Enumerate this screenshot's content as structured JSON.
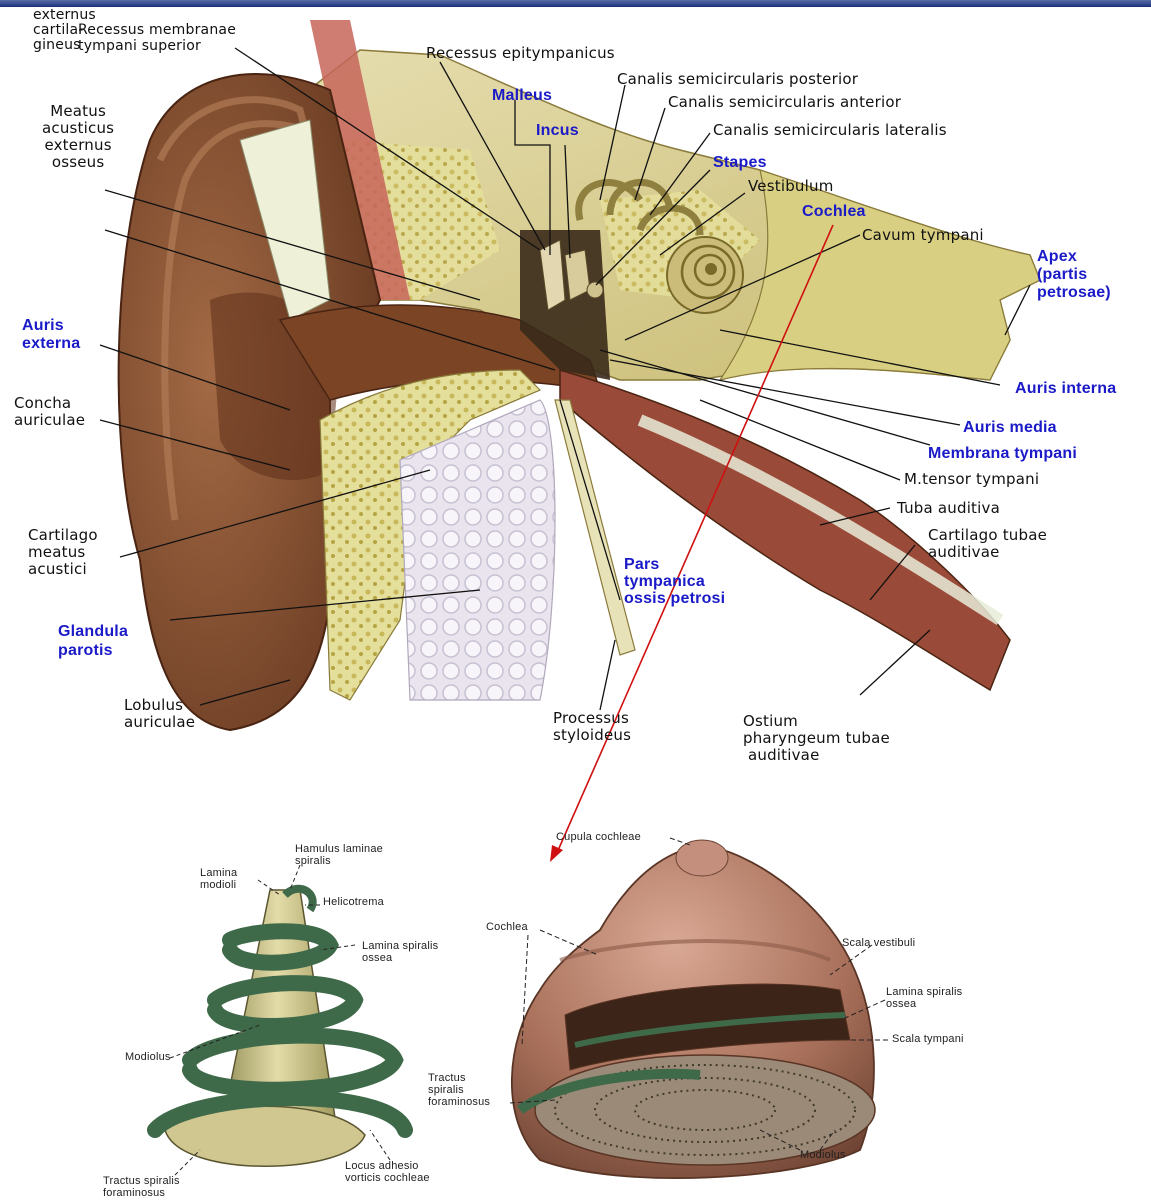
{
  "colors": {
    "accent_label": "#1a1ac8",
    "arrow": "#d01010",
    "skin": "#8a5434",
    "bone": "#d8cf82",
    "cochlea_shell": "#b9806a",
    "lamina": "#3f6a4a"
  },
  "labels": {
    "ext_cart": "externus\ncartila-\ngineus",
    "recessus_membranae": "Recessus membranae\ntympani superior",
    "recessus_epitympanicus": "Recessus epitympanicus",
    "canalis_posterior": "Canalis semicircularis posterior",
    "canalis_anterior": "Canalis semicircularis anterior",
    "canalis_lateralis": "Canalis semicircularis lateralis",
    "malleus": "Malleus",
    "incus": "Incus",
    "stapes": "Stapes",
    "vestibulum": "Vestibulum",
    "cochlea": "Cochlea",
    "cavum_tympani": "Cavum tympani",
    "apex": "Apex\n(partis\npetrosae)",
    "meatus_osseus": "Meatus\nacusticus\nexternus\nosseus",
    "auris_externa": "Auris\nexterna",
    "concha": "Concha\nauriculae",
    "auris_interna": "Auris interna",
    "auris_media": "Auris media",
    "membrana_tympani": "Membrana tympani",
    "m_tensor": "M.tensor tympani",
    "tuba_auditiva": "Tuba auditiva",
    "cartilago_tubae": "Cartilago tubae\nauditivae",
    "cartilago_meatus": "Cartilago\nmeatus\nacustici",
    "pars_tympanica": "Pars\ntympanica\nossis petrosi",
    "glandula_parotis": "Glandula\nparotis",
    "lobulus": "Lobulus\nauriculae",
    "processus_styloideus": "Processus\nstyloideus",
    "ostium": "Ostium\npharyngeum tubae\n auditivae",
    "hamulus": "Hamulus laminae\nspiralis",
    "lamina_modioli": "Lamina\nmodioli",
    "helicotrema": "Helicotrema",
    "lamina_spiralis_ossea_left": "Lamina spiralis\nossea",
    "modiolus_left": "Modiolus",
    "tractus_left": "Tractus spiralis\nforaminosus",
    "locus": "Locus adhesio\nvorticis cochleae",
    "cupula": "Cupula cochleae",
    "cochlea_small": "Cochlea",
    "scala_vestibuli": "Scala vestibuli",
    "lamina_spiralis_ossea_right": "Lamina spiralis\nossea",
    "scala_tympani": "Scala tympani",
    "tractus_right": "Tractus\nspiralis\nforaminosus",
    "modiolus_right": "Modiolus"
  }
}
